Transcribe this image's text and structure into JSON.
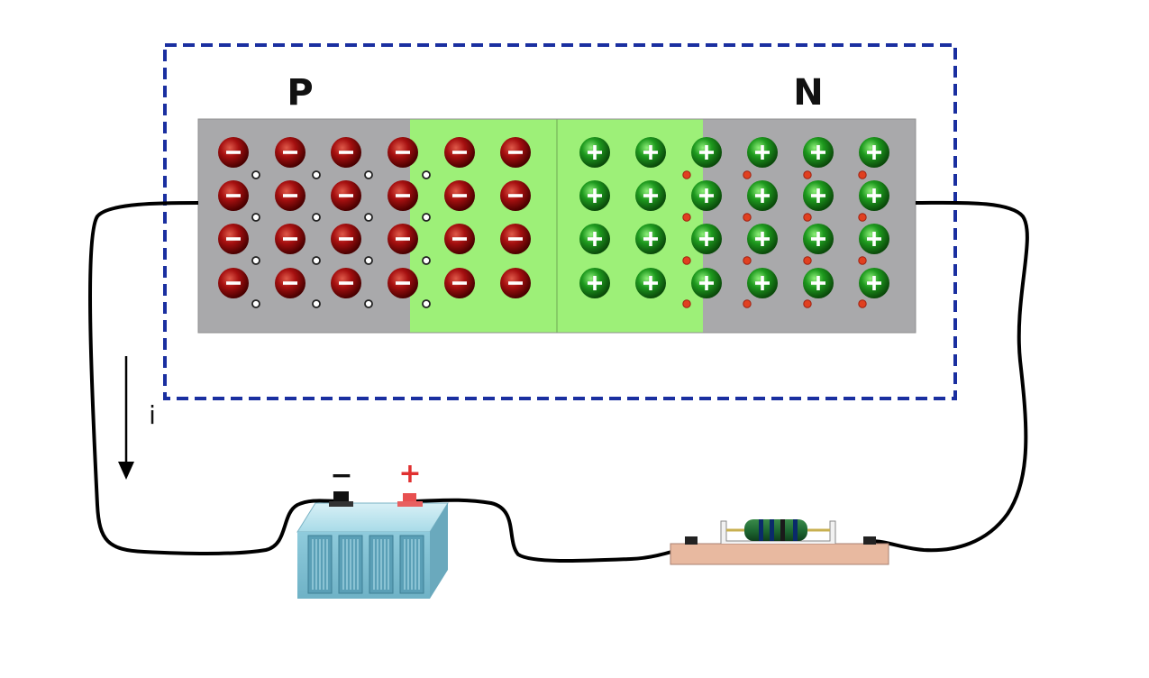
{
  "diagram": {
    "p_label": "P",
    "n_label": "N",
    "current_label": "i",
    "battery_negative_label": "−",
    "battery_positive_label": "+"
  },
  "colors": {
    "box_border": "#1a2fa0",
    "semiconductor": "#a9a9ab",
    "depletion": "#9df078",
    "negative_ion": "#8b0a0a",
    "positive_ion": "#1e8f1e",
    "hole": "#222222",
    "electron": "#e04020",
    "wire": "#000000",
    "battery": "#8fcbdc",
    "resistor_base": "#e8b9a0",
    "positive_terminal": "#e03030"
  },
  "icons": {
    "negative_ion": "minus-circle-icon",
    "positive_ion": "plus-circle-icon",
    "hole": "hole-dot-icon",
    "electron": "electron-dot-icon",
    "battery": "battery-icon",
    "resistor": "resistor-icon",
    "arrow": "arrow-down-icon"
  }
}
